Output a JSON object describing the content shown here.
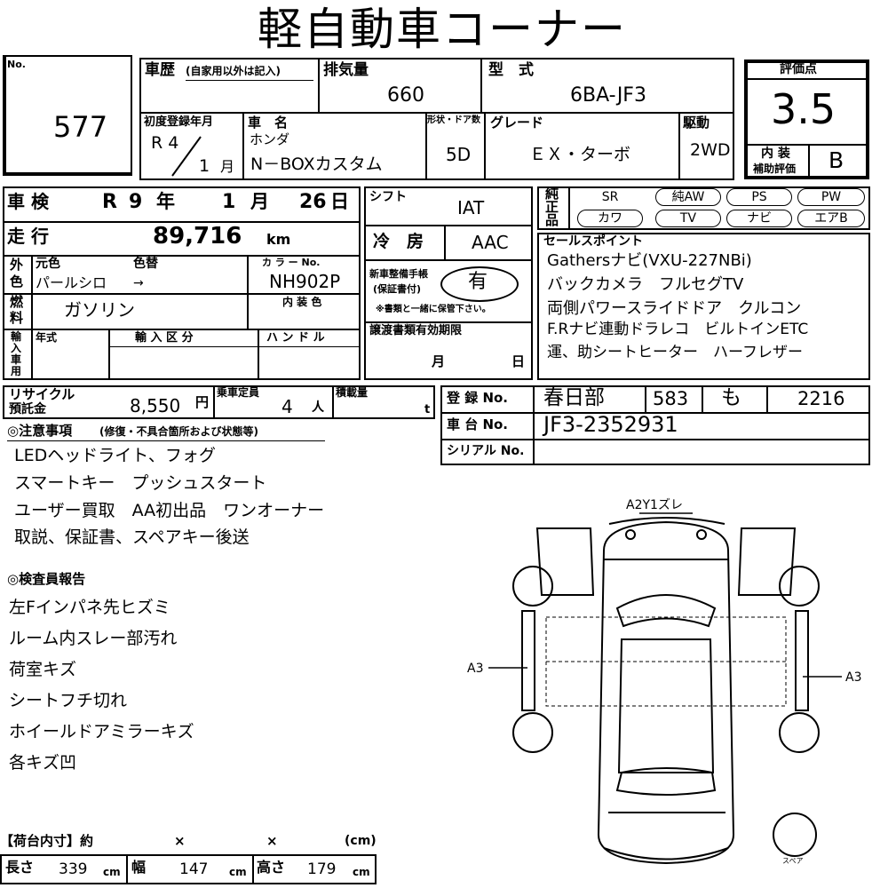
{
  "header": {
    "title": "軽自動車コーナー"
  },
  "lot": {
    "label": "No.",
    "number": "577"
  },
  "history": {
    "label": "車歴",
    "note": "(自家用以外は記入)"
  },
  "displacement": {
    "label": "排気量",
    "value": "660"
  },
  "model_type": {
    "label": "型　式",
    "value": "6BA-JF3"
  },
  "score": {
    "label": "評価点",
    "value": "3.5",
    "interior_label_1": "内 装",
    "interior_label_2": "補助評価",
    "interior_value": "B"
  },
  "first_reg": {
    "label": "初度登録年月",
    "era_year": "R 4",
    "month": "1",
    "month_unit": "月"
  },
  "car_name": {
    "label": "車　名",
    "maker": "ホンダ",
    "name": "N－BOXカスタム"
  },
  "body": {
    "label": "形状・ドア数",
    "value": "5D"
  },
  "grade": {
    "label": "グレード",
    "value": "ＥＸ・ターボ"
  },
  "drive": {
    "label": "駆動",
    "value": "2WD"
  },
  "inspection": {
    "label": "車 検",
    "era": "R",
    "year": "9",
    "year_unit": "年",
    "month": "1",
    "month_unit": "月",
    "day": "26",
    "day_unit": "日"
  },
  "shift": {
    "label": "シフト",
    "value": "IAT"
  },
  "mileage": {
    "label": "走 行",
    "value": "89,716",
    "unit": "km"
  },
  "aircon": {
    "label": "冷　房",
    "value": "AAC"
  },
  "equipment": {
    "label_1": "純",
    "label_2": "正",
    "label_3": "品",
    "items": [
      "SR",
      "純AW",
      "PS",
      "PW",
      "カワ",
      "TV",
      "ナビ",
      "エアB"
    ]
  },
  "color": {
    "side_1": "外",
    "side_2": "色",
    "orig_label": "元色",
    "change_label": "色替",
    "orig_value": "パールシロ",
    "arrow": "→",
    "code_label": "カ ラ ー No.",
    "code_value": "NH902P",
    "interior_label": "内 装 色"
  },
  "fuel": {
    "label_1": "燃",
    "label_2": "料",
    "value": "ガソリン"
  },
  "warranty": {
    "label_1": "新車整備手帳",
    "label_2": "(保証書付)",
    "value": "有",
    "note": "※書類と一緒に保管下さい。"
  },
  "sales": {
    "label": "セールスポイント",
    "lines": [
      "Gathersナビ(VXU-227NBi)",
      "バックカメラ　フルセグTV",
      "両側パワースライドドア　クルコン",
      "F.Rナビ連動ドラレコ　ビルトインETC",
      "運、助シートヒーター　ハーフレザー"
    ]
  },
  "import": {
    "side_1": "輸",
    "side_2": "入",
    "side_3": "車",
    "side_4": "用",
    "year_label": "年式",
    "class_label": "輸 入 区 分",
    "handle_label": "ハ ン ド ル"
  },
  "transfer": {
    "label": "譲渡書類有効期限",
    "month_unit": "月",
    "day_unit": "日"
  },
  "recycle": {
    "label_1": "リサイクル",
    "label_2": "預託金",
    "value": "8,550",
    "unit": "円"
  },
  "capacity": {
    "label": "乗車定員",
    "value": "4",
    "unit": "人"
  },
  "load": {
    "label": "積載量",
    "unit": "t"
  },
  "registration": {
    "label": "登 録 No.",
    "place": "春日部",
    "class": "583",
    "kana": "も",
    "number": "2216"
  },
  "chassis": {
    "label": "車 台 No.",
    "value": "JF3-2352931"
  },
  "serial": {
    "label": "シリアル No."
  },
  "notes": {
    "title": "◎注意事項",
    "subtitle": "(修復・不具合箇所および状態等)",
    "lines": [
      "LEDヘッドライト、フォグ",
      "スマートキー　プッシュスタート",
      "ユーザー買取　AA初出品　ワンオーナー",
      "取説、保証書、スペアキー後送"
    ]
  },
  "inspector": {
    "title": "◎検査員報告",
    "lines": [
      "左Fインパネ先ヒズミ",
      "ルーム内スレー部汚れ",
      "荷室キズ",
      "シートフチ切れ",
      "ホイールドアミラーキズ",
      "各キズ凹"
    ]
  },
  "diagram": {
    "front_mark": "A2Y1ズレ",
    "left_mark": "A3",
    "right_mark": "A3",
    "spare_label": "スペア"
  },
  "cargo": {
    "title": "【荷台内寸】約",
    "times_1": "×",
    "times_2": "×",
    "unit": "(cm)",
    "length_label": "長さ",
    "length": "339",
    "width_label": "幅",
    "width": "147",
    "height_label": "高さ",
    "height": "179",
    "cm": "cm"
  }
}
